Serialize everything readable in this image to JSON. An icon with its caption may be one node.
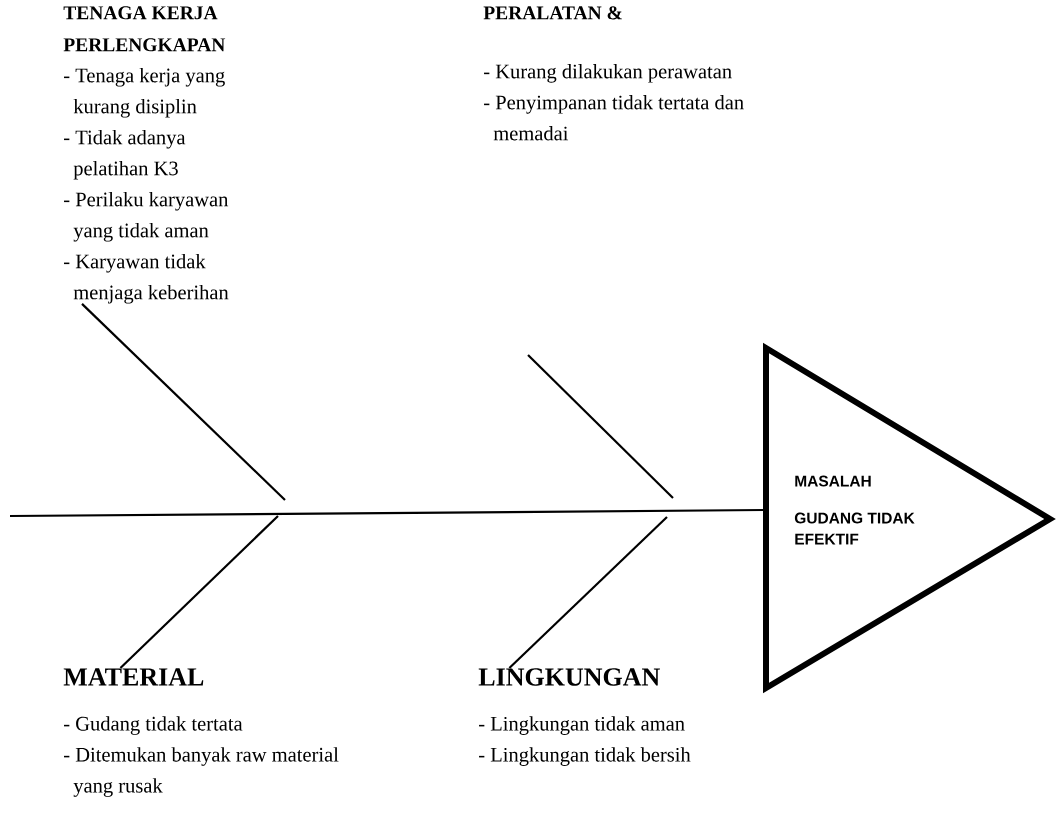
{
  "diagram": {
    "nodes": [
      {
        "text": [
          "TENAGA KERJA PERLENGKAPAN",
          "- Tenaga kerja yang kurang disiplin",
          "- Tidak adanya pelatihan K3",
          "- Perilaku karyawan yang tidak aman",
          "- Karyawan tidak menjaga keberihan"
        ]
      },
      {
        "text": [
          "PERALATAN &",
          "- Kurang dilakukan perawatan",
          "- Penyimpanan tidak tertata dan memadai"
        ]
      },
      {
        "text": [
          "MATERIAL",
          "- Gudang tidak tertata",
          "- Ditemukan banyak raw material yang rusak"
        ]
      },
      {
        "text": [
          "LINGKUNGAN",
          "- Lingkungan tidak aman",
          "- Lingkungan tidak bersih"
        ]
      },
      {
        "text": [
          "MASALAH",
          "GUDANG TIDAK EFEKTIF"
        ]
      }
    ],
    "edges": [
      {
        "from": null,
        "to": 4,
        "arrow": "none"
      },
      {
        "from": 0,
        "to": null,
        "arrow": "none"
      },
      {
        "from": 2,
        "to": null,
        "arrow": "none"
      },
      {
        "from": 3,
        "to": null,
        "arrow": "none"
      }
    ]
  }
}
